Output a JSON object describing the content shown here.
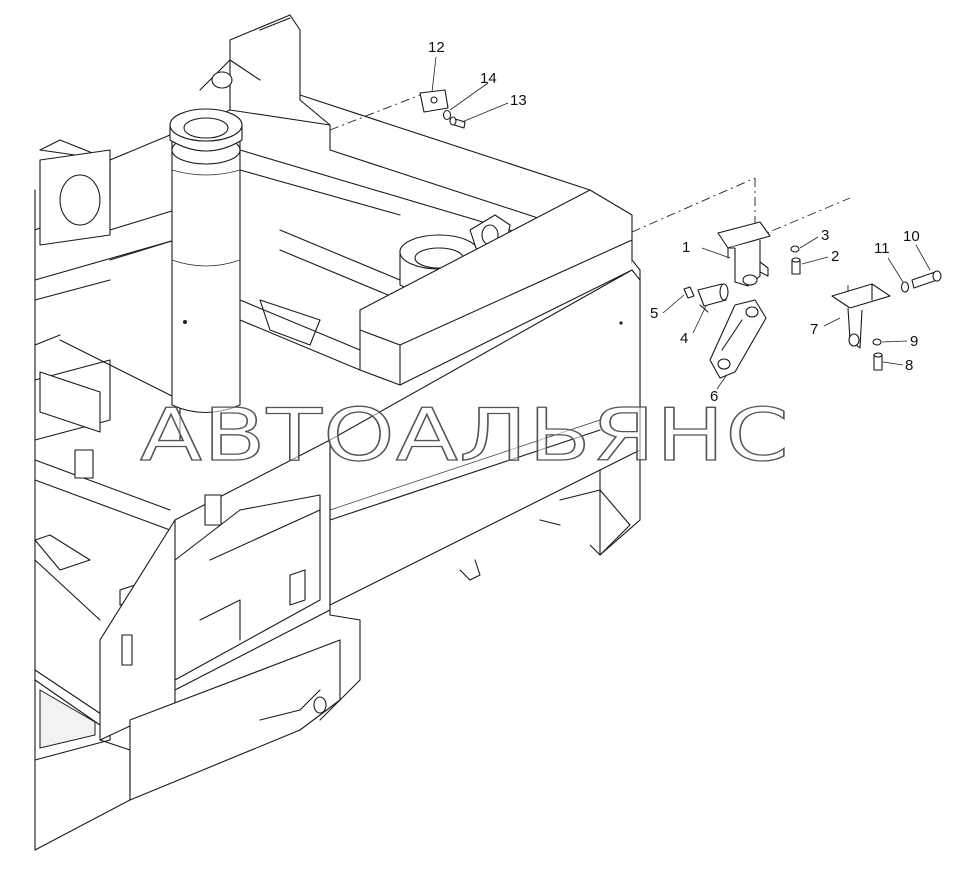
{
  "watermark": "АВТОАЛЬЯНС",
  "callouts": {
    "c1": "1",
    "c2": "2",
    "c3": "3",
    "c4": "4",
    "c5": "5",
    "c6": "6",
    "c7": "7",
    "c8": "8",
    "c9": "9",
    "c10": "10",
    "c11": "11",
    "c12": "12",
    "c13": "13",
    "c14": "14"
  }
}
